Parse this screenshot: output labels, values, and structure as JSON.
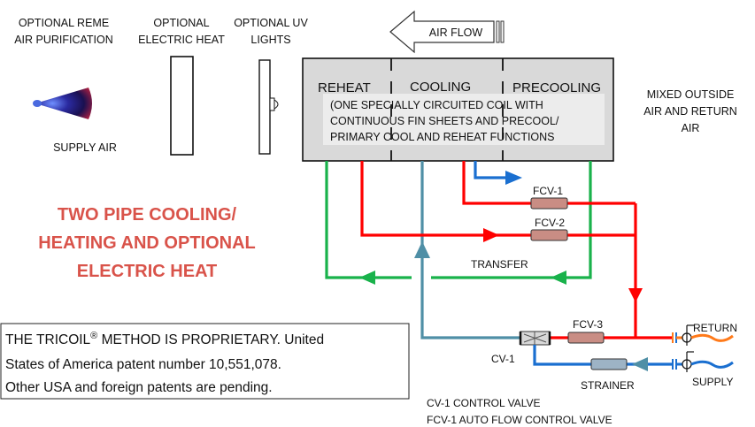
{
  "labels": {
    "optional_reme_line1": "OPTIONAL REME",
    "optional_reme_line2": "AIR PURIFICATION",
    "optional_electric_line1": "OPTIONAL",
    "optional_electric_line2": "ELECTRIC HEAT",
    "optional_uv_line1": "OPTIONAL UV",
    "optional_uv_line2": "LIGHTS",
    "air_flow": "AIR FLOW",
    "supply_air": "SUPPLY AIR",
    "mixed_air_line1": "MIXED OUTSIDE",
    "mixed_air_line2": "AIR AND RETURN",
    "mixed_air_line3": "AIR"
  },
  "coil": {
    "reheat": "REHEAT",
    "cooling": "COOLING",
    "precooling": "PRECOOLING",
    "desc_line1": "(ONE  SPECIALLY  CIRCUITED  COIL  WITH",
    "desc_line2": "CONTINUOUS FIN SHEETS AND PRECOOL/",
    "desc_line3": "PRIMARY COOL AND REHEAT FUNCTIONS"
  },
  "title": {
    "line1": "TWO PIPE COOLING/",
    "line2": "HEATING AND  OPTIONAL",
    "line3": "ELECTRIC HEAT"
  },
  "piping": {
    "fcv1": "FCV-1",
    "fcv2": "FCV-2",
    "fcv3": "FCV-3",
    "cv1": "CV-1",
    "transfer": "TRANSFER",
    "return": "RETURN",
    "supply": "SUPPLY",
    "strainer": "STRAINER"
  },
  "legend": {
    "line1": "CV-1 CONTROL VALVE",
    "line2": "FCV-1 AUTO FLOW CONTROL VALVE"
  },
  "patent": {
    "line1_pre": "THE TRICOIL",
    "line1_sup": "®",
    "line1_post": " METHOD IS PROPRIETARY. United",
    "line2": "States of America patent number 10,551,078.",
    "line3": "Other USA and foreign patents are pending."
  },
  "colors": {
    "red_pipe": "#ff0000",
    "green_pipe": "#19b24b",
    "blue_pipe": "#1a6fd0",
    "teal_pipe": "#4f8fa6",
    "orange_pipe": "#ff7a1a",
    "title_red": "#d9534a",
    "coil_fill": "#d9d9d9"
  }
}
